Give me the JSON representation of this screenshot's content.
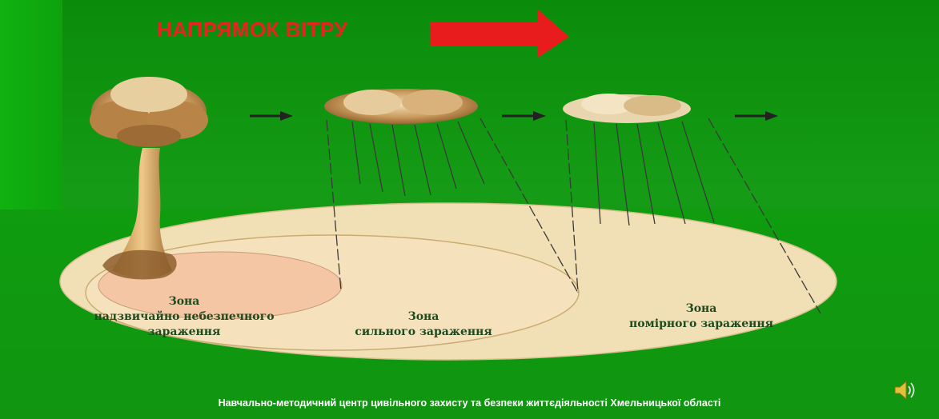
{
  "title": "НАПРЯМОК ВІТРУ",
  "zones": [
    {
      "name": "Зона",
      "desc1": "надзвичайно небезпечного",
      "desc2": "зараження"
    },
    {
      "name": "Зона",
      "desc1": "сильного зараження"
    },
    {
      "name": "Зона",
      "desc1": "помірного зараження"
    }
  ],
  "footer": "Навчально-методичний центр цивільного захисту та безпеки життєдіяльності Хмельницької області",
  "icons": {
    "sound": "speaker-icon",
    "wind_arrow": "red-arrow-icon"
  },
  "colors": {
    "background": "#0f960f",
    "title": "#e8231f",
    "arrow": "#e81c1c",
    "zone_text": "#1f4a1f"
  }
}
